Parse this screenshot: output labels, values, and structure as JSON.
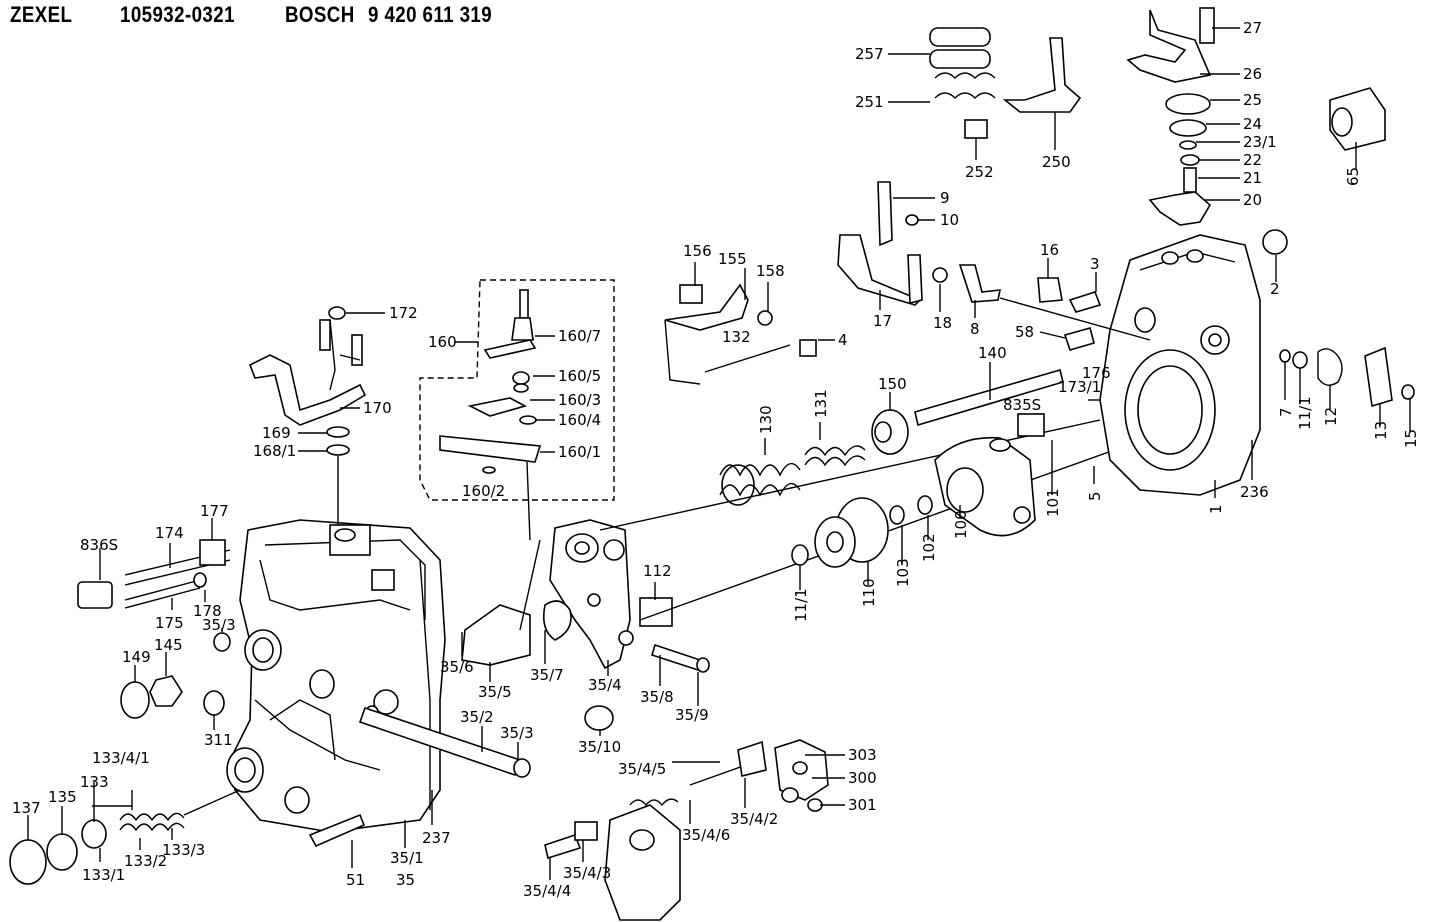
{
  "header": {
    "brand1": "ZEXEL",
    "code1": "105932-0321",
    "brand2": "BOSCH",
    "code2": "9 420 611 319"
  },
  "callouts": {
    "c27": "27",
    "c26": "26",
    "c25": "25",
    "c24": "24",
    "c23_1": "23/1",
    "c22": "22",
    "c21": "21",
    "c20": "20",
    "c65": "65",
    "c257": "257",
    "c251": "251",
    "c252": "252",
    "c250": "250",
    "c9": "9",
    "c10": "10",
    "c16": "16",
    "c3": "3",
    "c2": "2",
    "c17": "17",
    "c18": "18",
    "c8": "8",
    "c58": "58",
    "c156": "156",
    "c155": "155",
    "c158": "158",
    "c132": "132",
    "c4": "4",
    "c172": "172",
    "c160": "160",
    "c160_7": "160/7",
    "c160_5": "160/5",
    "c160_3": "160/3",
    "c160_4": "160/4",
    "c160_1": "160/1",
    "c160_2": "160/2",
    "c170": "170",
    "c169": "169",
    "c168_1": "168/1",
    "c140": "140",
    "c150": "150",
    "c173_1": "173/1",
    "c176": "176",
    "c835s_a": "835S",
    "c7": "7",
    "c11_1a": "11/1",
    "c12": "12",
    "c13": "13",
    "c15": "15",
    "c130": "130",
    "c131": "131",
    "c101": "101",
    "c5": "5",
    "c1": "1",
    "c236": "236",
    "c100": "100",
    "c102": "102",
    "c103": "103",
    "c110": "110",
    "c11_1b": "11/1",
    "c112": "112",
    "c836s": "836S",
    "c174": "174",
    "c177": "177",
    "c175": "175",
    "c178": "178",
    "c35_3a": "35/3",
    "c149": "149",
    "c145": "145",
    "c311": "311",
    "c35_6": "35/6",
    "c35_5": "35/5",
    "c35_7": "35/7",
    "c35_4": "35/4",
    "c35_8": "35/8",
    "c35_9": "35/9",
    "c35_10": "35/10",
    "c35_2": "35/2",
    "c35_3b": "35/3",
    "c133_4_1": "133/4/1",
    "c133": "133",
    "c135": "135",
    "c137": "137",
    "c133_3": "133/3",
    "c133_2": "133/2",
    "c133_1": "133/1",
    "c51": "51",
    "c35_1": "35/1",
    "c35": "35",
    "c237": "237",
    "c35_4_5": "35/4/5",
    "c35_4_2": "35/4/2",
    "c35_4_6": "35/4/6",
    "c35_4_3": "35/4/3",
    "c35_4_4": "35/4/4",
    "c303": "303",
    "c300": "300",
    "c301": "301"
  }
}
